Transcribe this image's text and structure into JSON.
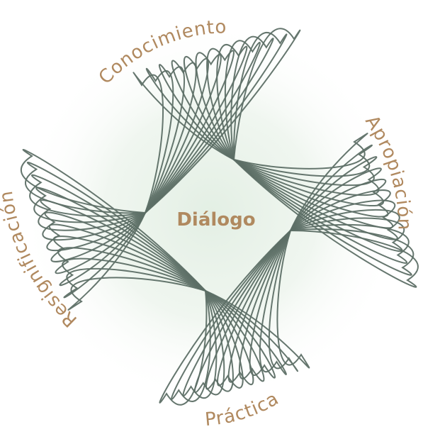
{
  "diagram": {
    "center_label": "Diálogo",
    "labels": {
      "top": "Conocimiento",
      "right": "Apropiación",
      "bottom": "Práctica",
      "left": "Resignificación"
    },
    "colors": {
      "label": "#b0895f",
      "stroke": "#5d6f66",
      "glow": "#e6f0e6"
    },
    "loops_per_lobe": 12
  }
}
